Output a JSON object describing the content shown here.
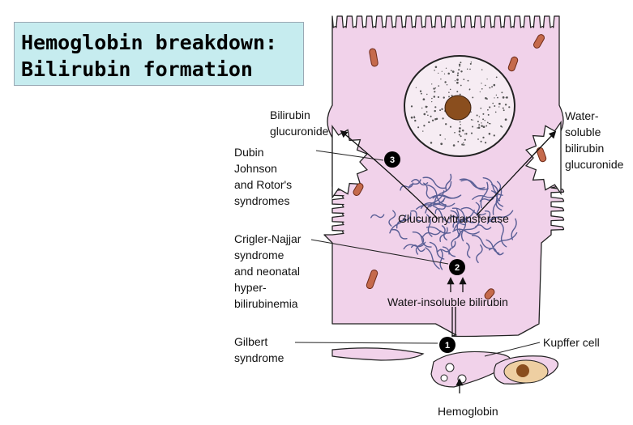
{
  "title": {
    "line1": "Hemoglobin breakdown:",
    "line2": "Bilirubin formation"
  },
  "colors": {
    "cell_fill": "#f1d2ea",
    "cell_outline": "#222222",
    "title_bg": "#c6ecef",
    "nucleolus": "#8a4e1e",
    "rbc": "#c56a4c"
  },
  "labels": {
    "bilirubin_glucuronide": [
      "Bilirubin",
      "glucuronide"
    ],
    "dubin_johnson": [
      "Dubin",
      "Johnson",
      "and Rotor's",
      "syndromes"
    ],
    "crigler_najjar": [
      "Crigler-Najjar",
      "syndrome",
      "and neonatal",
      "hyper-",
      "bilirubinemia"
    ],
    "gilbert": [
      "Gilbert",
      "syndrome"
    ],
    "water_soluble": [
      "Water-",
      "soluble",
      "bilirubin",
      "glucuronide"
    ],
    "enzyme": "Glucuronyltransferase",
    "water_insoluble": "Water-insoluble bilirubin",
    "kupffer": "Kupffer cell",
    "hemoglobin": "Hemoglobin"
  },
  "steps": [
    "1",
    "2",
    "3"
  ]
}
